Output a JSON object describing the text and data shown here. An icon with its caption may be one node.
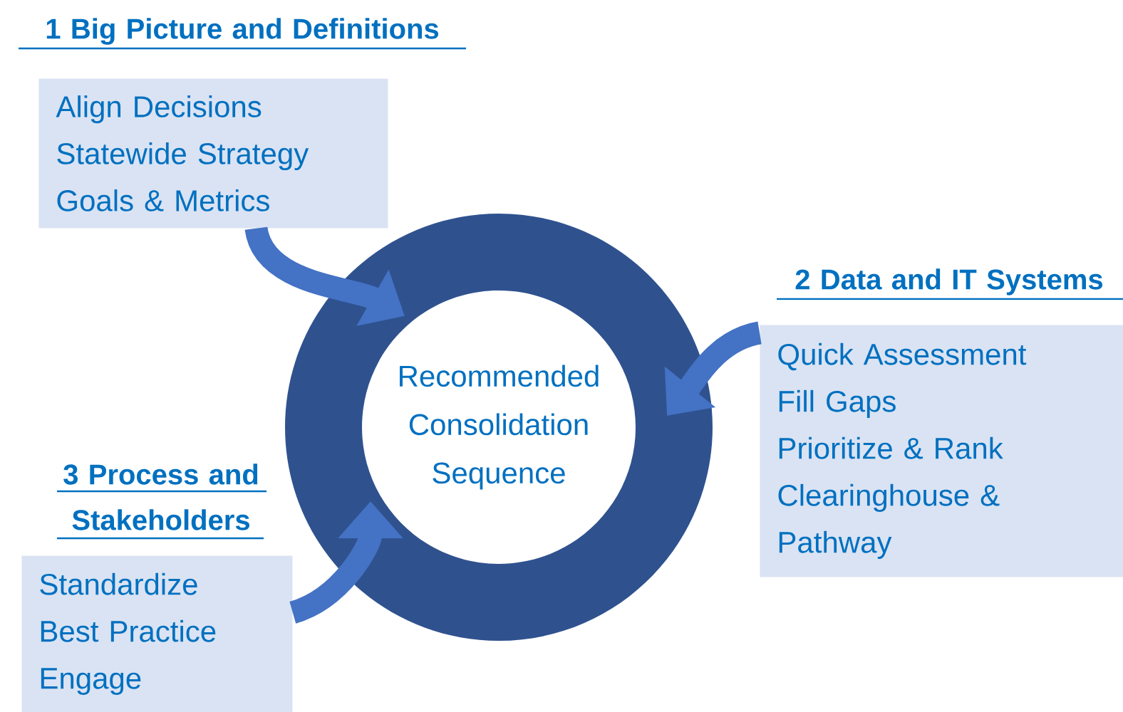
{
  "diagram": {
    "nodes": [
      {
        "text": [
          "Recommended Consolidation Sequence"
        ]
      },
      {
        "text": [
          "1 Big Picture and Definitions",
          "Align Decisions",
          "Statewide Strategy",
          "Goals & Metrics"
        ]
      },
      {
        "text": [
          "2 Data and IT Systems",
          "Quick Assessment",
          "Fill Gaps",
          "Prioritize & Rank",
          "Clearinghouse & Pathway"
        ]
      },
      {
        "text": [
          "3 Process and Stakeholders",
          "Standardize",
          "Best Practice",
          "Engage"
        ]
      }
    ],
    "edges": [
      {
        "from": 1,
        "to": 0,
        "arrow": "to"
      },
      {
        "from": 2,
        "to": 0,
        "arrow": "to"
      },
      {
        "from": 3,
        "to": 0,
        "arrow": "to"
      }
    ]
  }
}
